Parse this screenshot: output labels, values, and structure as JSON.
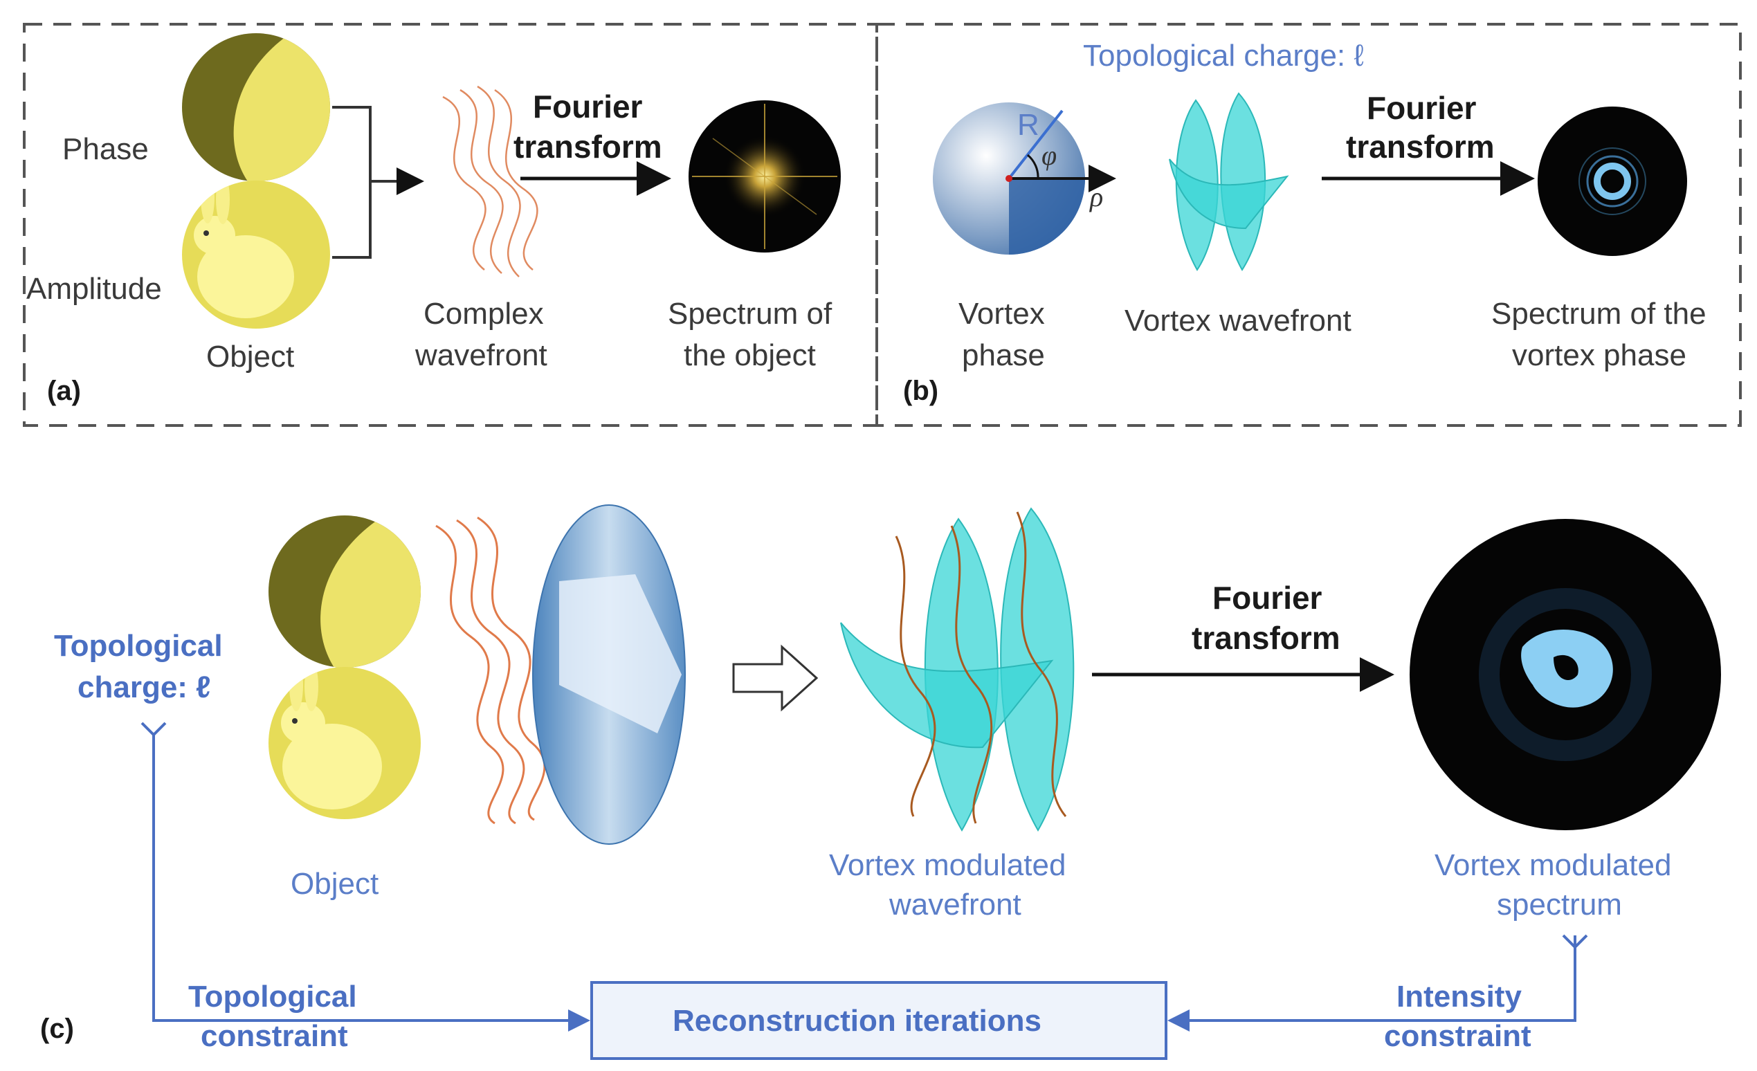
{
  "panel_a": {
    "phase_label": "Phase",
    "amplitude_label": "Amplitude",
    "object_label": "Object",
    "complex_wavefront_label": [
      "Complex",
      "wavefront"
    ],
    "ft_label": [
      "Fourier",
      "transform"
    ],
    "spectrum_label": [
      "Spectrum of",
      "the object"
    ],
    "tag": "(a)"
  },
  "panel_b": {
    "topo_charge_label": "Topological charge: ℓ",
    "r_label": "R",
    "phi_label": "φ",
    "rho_label": "ρ",
    "vortex_phase_label": [
      "Vortex",
      "phase"
    ],
    "vortex_wavefront_label": "Vortex wavefront",
    "ft_label": [
      "Fourier",
      "transform"
    ],
    "spectrum_label": [
      "Spectrum of the",
      "vortex phase"
    ],
    "tag": "(b)"
  },
  "panel_c": {
    "topo_charge_label": [
      "Topological",
      "charge: ℓ"
    ],
    "object_label": "Object",
    "vmw_label": [
      "Vortex modulated",
      "wavefront"
    ],
    "ft_label": [
      "Fourier",
      "transform"
    ],
    "vms_label": [
      "Vortex modulated",
      "spectrum"
    ],
    "topo_constraint_label": [
      "Topological",
      "constraint"
    ],
    "recon_label": "Reconstruction iterations",
    "intensity_constraint_label": [
      "Intensity",
      "constraint"
    ],
    "tag": "(c)"
  },
  "colors": {
    "blue_text": "#5b7ec8",
    "blue_line": "#4a6fc2",
    "olive": "#6e6a1e",
    "yellow": "#ece36a",
    "cyan": "#3ad6d6",
    "wave": "#e07a4a"
  }
}
